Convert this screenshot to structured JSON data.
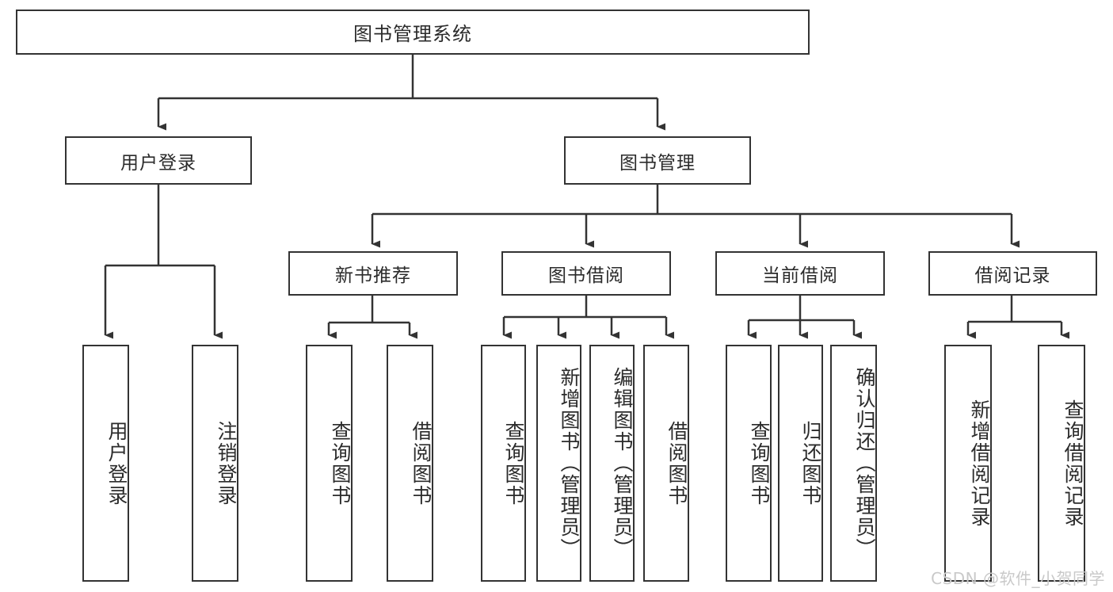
{
  "diagram": {
    "type": "tree-hierarchy",
    "title_node": {
      "label": "图书管理系统"
    },
    "level2": [
      {
        "label": "用户登录"
      },
      {
        "label": "图书管理"
      }
    ],
    "level3": [
      {
        "label": "新书推荐"
      },
      {
        "label": "图书借阅"
      },
      {
        "label": "当前借阅"
      },
      {
        "label": "借阅记录"
      }
    ],
    "leaves": {
      "user_login": [
        {
          "label": "用户登录"
        },
        {
          "label": "注销登录"
        }
      ],
      "new_book_recommend": [
        {
          "label": "查询图书"
        },
        {
          "label": "借阅图书"
        }
      ],
      "book_borrow": [
        {
          "label": "查询图书"
        },
        {
          "label": "新增图书（管理员）"
        },
        {
          "label": "编辑图书（管理员）"
        },
        {
          "label": "借阅图书"
        }
      ],
      "current_borrow": [
        {
          "label": "查询图书"
        },
        {
          "label": "归还图书"
        },
        {
          "label": "确认归还（管理员）"
        }
      ],
      "borrow_record": [
        {
          "label": "新增借阅记录"
        },
        {
          "label": "查询借阅记录"
        }
      ]
    }
  },
  "watermark": {
    "text": "CSDN @软件_小贺同学"
  },
  "colors": {
    "stroke": "#333333",
    "text": "#2b2b2b",
    "background": "#ffffff",
    "watermark": "#c9c9c9"
  }
}
